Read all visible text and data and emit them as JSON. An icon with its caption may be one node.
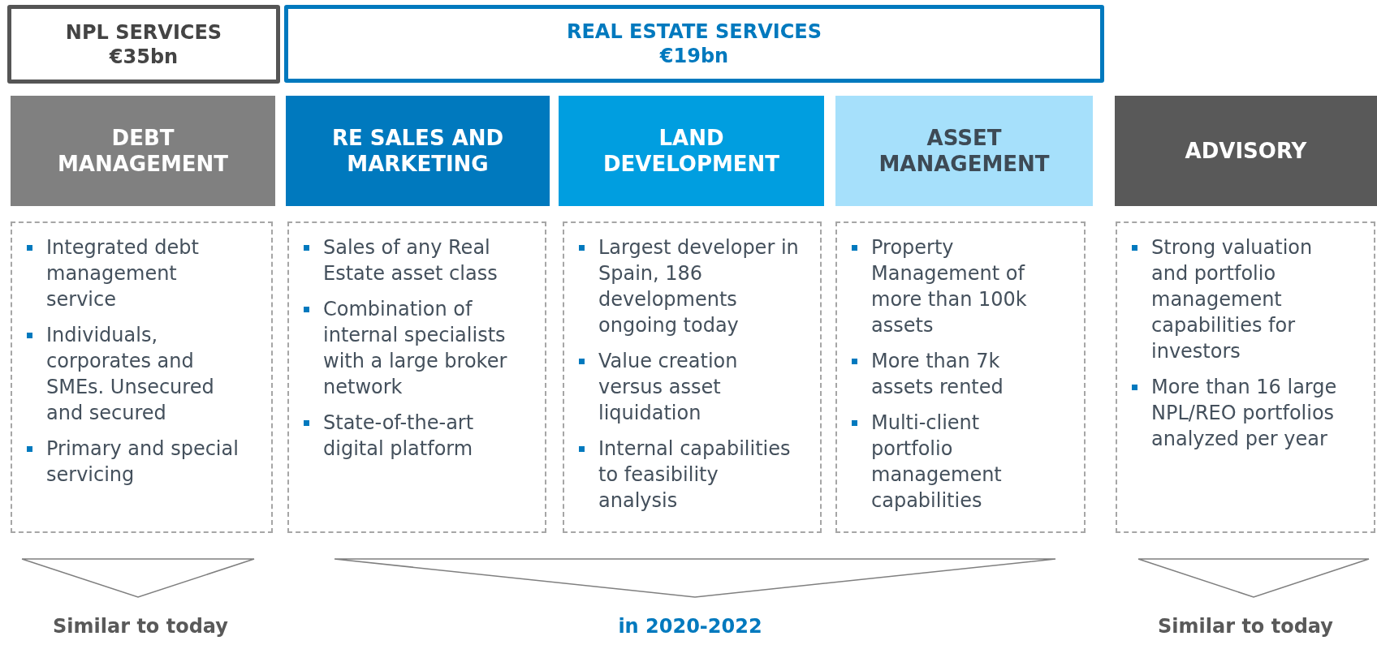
{
  "diagram": {
    "nodes": [
      {
        "text": [
          "NPL SERVICES €35bn"
        ]
      },
      {
        "text": [
          "REAL ESTATE SERVICES €19bn"
        ]
      },
      {
        "text": [
          "DEBT MANAGEMENT"
        ]
      },
      {
        "text": [
          "RE SALES AND MARKETING"
        ]
      },
      {
        "text": [
          "LAND DEVELOPMENT"
        ]
      },
      {
        "text": [
          "ASSET MANAGEMENT"
        ]
      },
      {
        "text": [
          "ADVISORY"
        ]
      },
      {
        "text": [
          "Integrated debt management service",
          "Individuals, corporates and SMEs. Unsecured and secured",
          "Primary and special servicing"
        ]
      },
      {
        "text": [
          "Sales of any Real Estate asset class",
          "Combination of internal specialists with a large broker network",
          "State-of-the-art digital platform"
        ]
      },
      {
        "text": [
          "Largest developer in Spain, 186 developments ongoing today",
          "Value creation versus asset liquidation",
          "Internal capabilities to feasibility analysis"
        ]
      },
      {
        "text": [
          "Property Management of more than 100k assets",
          "More than 7k assets rented",
          "Multi-client portfolio management capabilities"
        ]
      },
      {
        "text": [
          "Strong valuation and portfolio management capabilities for investors",
          "More than 16 large NPL/REO portfolios analyzed per year"
        ]
      },
      {
        "text": [],
        "shape": "triangle"
      },
      {
        "text": [],
        "shape": "triangle"
      },
      {
        "text": [],
        "shape": "triangle"
      }
    ],
    "labels": [
      "Similar to today",
      "in 2020-2022",
      "Similar to today"
    ]
  }
}
